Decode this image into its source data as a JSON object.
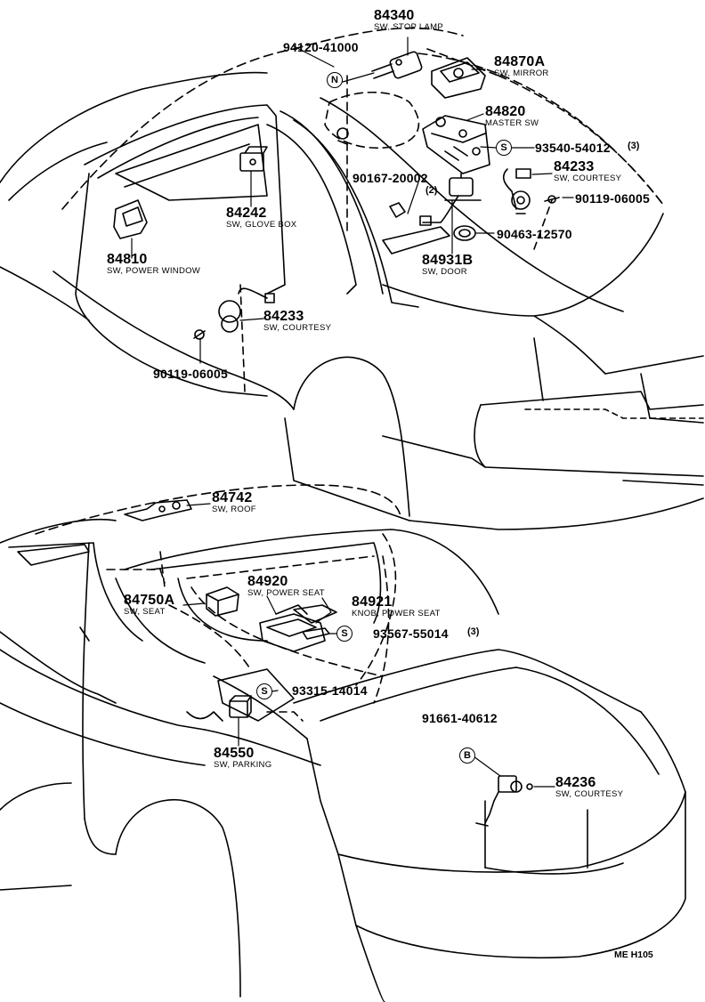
{
  "top_section": {
    "callouts": [
      {
        "id": "stop-lamp",
        "part": "84340",
        "desc": "SW, STOP LAMP"
      },
      {
        "id": "bolt",
        "part": "94120-41000",
        "symbol": "N"
      },
      {
        "id": "mirror",
        "part": "84870A",
        "desc": "SW, MIRROR"
      },
      {
        "id": "master",
        "part": "84820",
        "desc": "MASTER SW"
      },
      {
        "id": "screw-master",
        "part": "93540-54012",
        "symbol": "S",
        "qty": "(3)"
      },
      {
        "id": "glove-clip",
        "part": "90167-20002",
        "qty": "(2)"
      },
      {
        "id": "courtesy-right",
        "part": "84233",
        "desc": "SW, COURTESY"
      },
      {
        "id": "screw-right",
        "part": "90119-06005"
      },
      {
        "id": "glove-box",
        "part": "84242",
        "desc": "SW, GLOVE BOX"
      },
      {
        "id": "clip-right",
        "part": "90463-12570"
      },
      {
        "id": "power-window",
        "part": "84810",
        "desc": "SW, POWER WINDOW"
      },
      {
        "id": "door",
        "part": "84931B",
        "desc": "SW, DOOR"
      },
      {
        "id": "courtesy-left",
        "part": "84233",
        "desc": "SW, COURTESY"
      },
      {
        "id": "screw-left",
        "part": "90119-06005"
      }
    ]
  },
  "bottom_section": {
    "callouts": [
      {
        "id": "roof",
        "part": "84742",
        "desc": "SW, ROOF"
      },
      {
        "id": "power-seat",
        "part": "84920",
        "desc": "SW, POWER SEAT"
      },
      {
        "id": "seat",
        "part": "84750A",
        "desc": "SW, SEAT"
      },
      {
        "id": "knob",
        "part": "84921",
        "desc": "KNOB, POWER SEAT"
      },
      {
        "id": "screw-seat",
        "part": "93567-55014",
        "symbol": "S",
        "qty": "(3)"
      },
      {
        "id": "screw-parking",
        "part": "93315-14014",
        "symbol": "S"
      },
      {
        "id": "parking",
        "part": "84550",
        "desc": "SW, PARKING"
      },
      {
        "id": "bolt-trunk",
        "part": "91661-40612",
        "symbol": "B"
      },
      {
        "id": "courtesy-trunk",
        "part": "84236",
        "desc": "SW, COURTESY"
      }
    ]
  },
  "reference_code": "ME H105"
}
